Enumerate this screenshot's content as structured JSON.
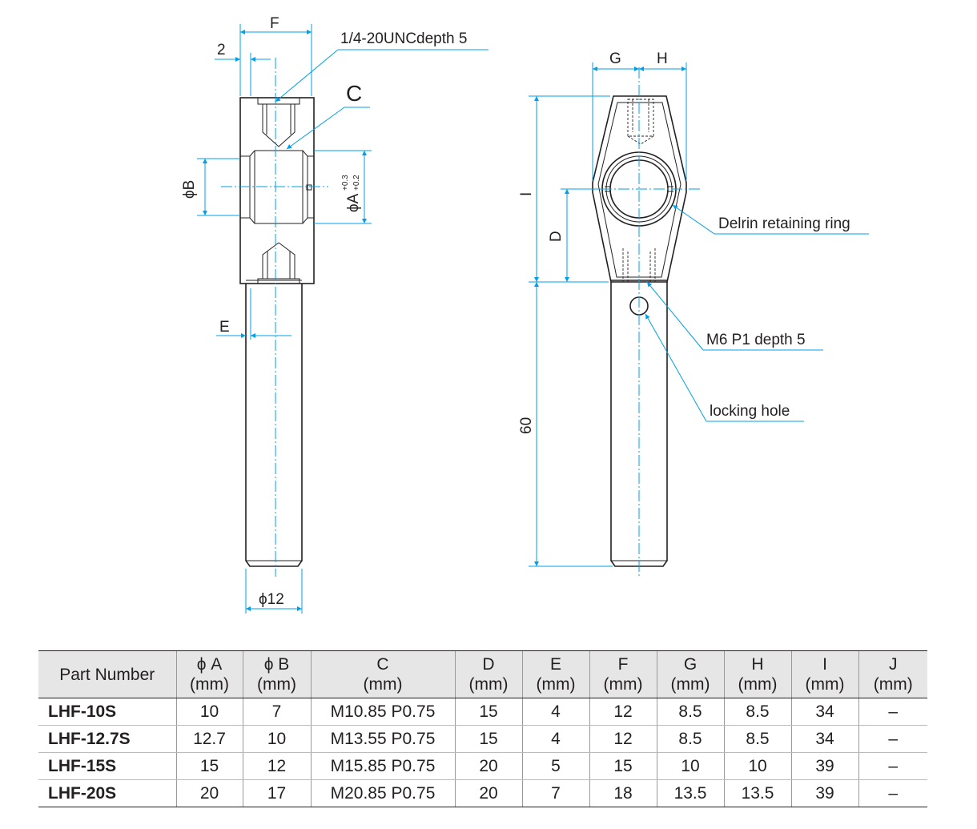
{
  "drawing": {
    "side_view": {
      "dim_f": "F",
      "dim_2": "2",
      "thread_note": "1/4-20UNCdepth 5",
      "dim_c": "C",
      "dim_phib": "ϕB",
      "dim_phia": "ϕA",
      "tol_plus": "+0.3",
      "tol_minus": "+0.2",
      "dim_e": "E",
      "dim_phi12": "ϕ12"
    },
    "front_view": {
      "dim_g": "G",
      "dim_h": "H",
      "dim_i": "I",
      "dim_d": "D",
      "dim_60": "60",
      "ring_note": "Delrin retaining ring",
      "tap_note": "M6 P1 depth 5",
      "hole_note": "locking hole"
    }
  },
  "table": {
    "headers": [
      {
        "name": "Part Number",
        "unit": ""
      },
      {
        "name": "ϕ A",
        "unit": "(mm)"
      },
      {
        "name": "ϕ B",
        "unit": "(mm)"
      },
      {
        "name": "C",
        "unit": "(mm)"
      },
      {
        "name": "D",
        "unit": "(mm)"
      },
      {
        "name": "E",
        "unit": "(mm)"
      },
      {
        "name": "F",
        "unit": "(mm)"
      },
      {
        "name": "G",
        "unit": "(mm)"
      },
      {
        "name": "H",
        "unit": "(mm)"
      },
      {
        "name": "I",
        "unit": "(mm)"
      },
      {
        "name": "J",
        "unit": "(mm)"
      }
    ],
    "rows": [
      [
        "LHF-10S",
        "10",
        "7",
        "M10.85 P0.75",
        "15",
        "4",
        "12",
        "8.5",
        "8.5",
        "34",
        "–"
      ],
      [
        "LHF-12.7S",
        "12.7",
        "10",
        "M13.55 P0.75",
        "15",
        "4",
        "12",
        "8.5",
        "8.5",
        "34",
        "–"
      ],
      [
        "LHF-15S",
        "15",
        "12",
        "M15.85 P0.75",
        "20",
        "5",
        "15",
        "10",
        "10",
        "39",
        "–"
      ],
      [
        "LHF-20S",
        "20",
        "17",
        "M20.85 P0.75",
        "20",
        "7",
        "18",
        "13.5",
        "13.5",
        "39",
        "–"
      ]
    ]
  }
}
